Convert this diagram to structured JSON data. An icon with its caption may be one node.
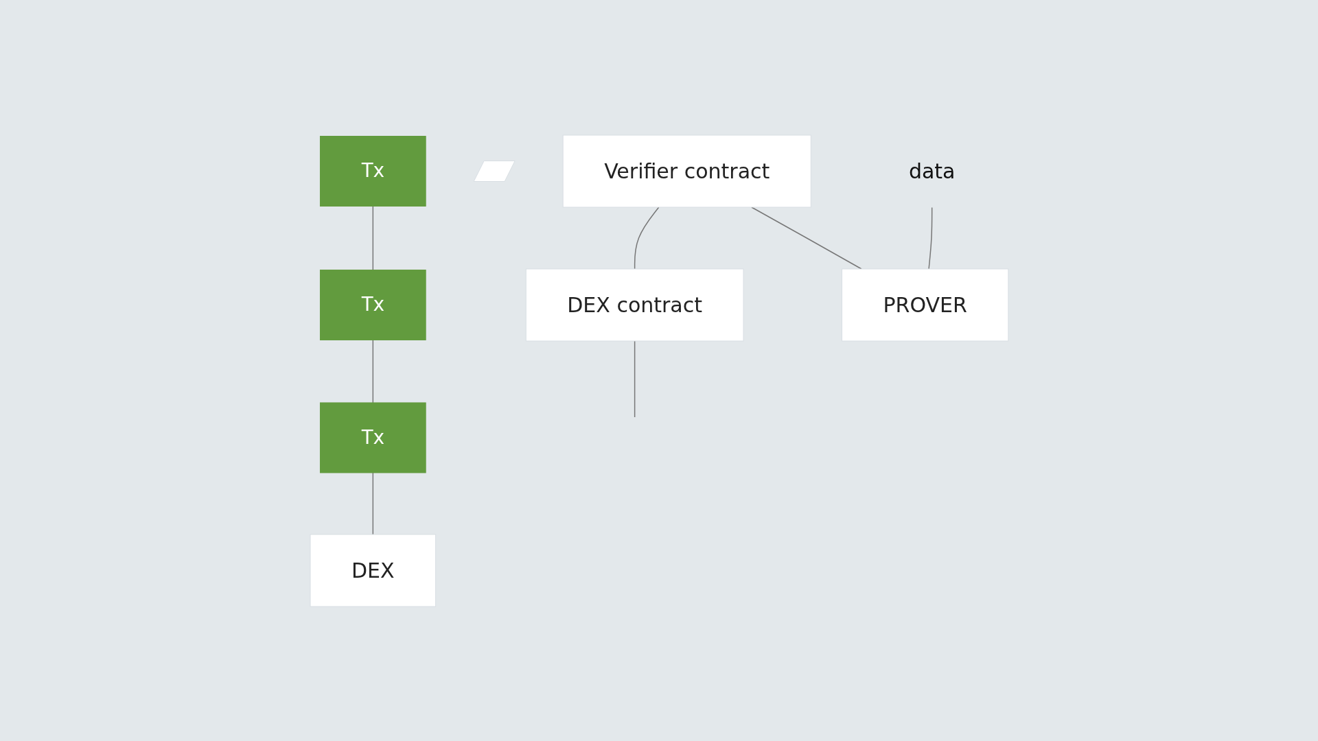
{
  "diagram": {
    "nodes": [
      {
        "text": [
          "Verifier contract"
        ]
      },
      {
        "text": [],
        "shape": "box"
      },
      {
        "text": [
          "DEX contract"
        ]
      },
      {
        "text": [
          "data"
        ]
      },
      {
        "text": [
          "PROVER"
        ]
      },
      {
        "text": [
          "Tx"
        ]
      },
      {
        "text": [
          "Tx"
        ]
      },
      {
        "text": [
          "Tx"
        ]
      },
      {
        "text": [
          "DEX"
        ]
      }
    ],
    "edges": [
      {
        "from": 0,
        "to": 2,
        "arrow": "none"
      },
      {
        "from": 2,
        "to": null,
        "arrow": "none"
      },
      {
        "from": 0,
        "to": 4,
        "arrow": "none"
      },
      {
        "from": 3,
        "to": 4,
        "arrow": "none"
      },
      {
        "from": 5,
        "to": 6,
        "arrow": "none"
      },
      {
        "from": 6,
        "to": 7,
        "arrow": "none"
      },
      {
        "from": 7,
        "to": 8,
        "arrow": "none"
      }
    ]
  }
}
